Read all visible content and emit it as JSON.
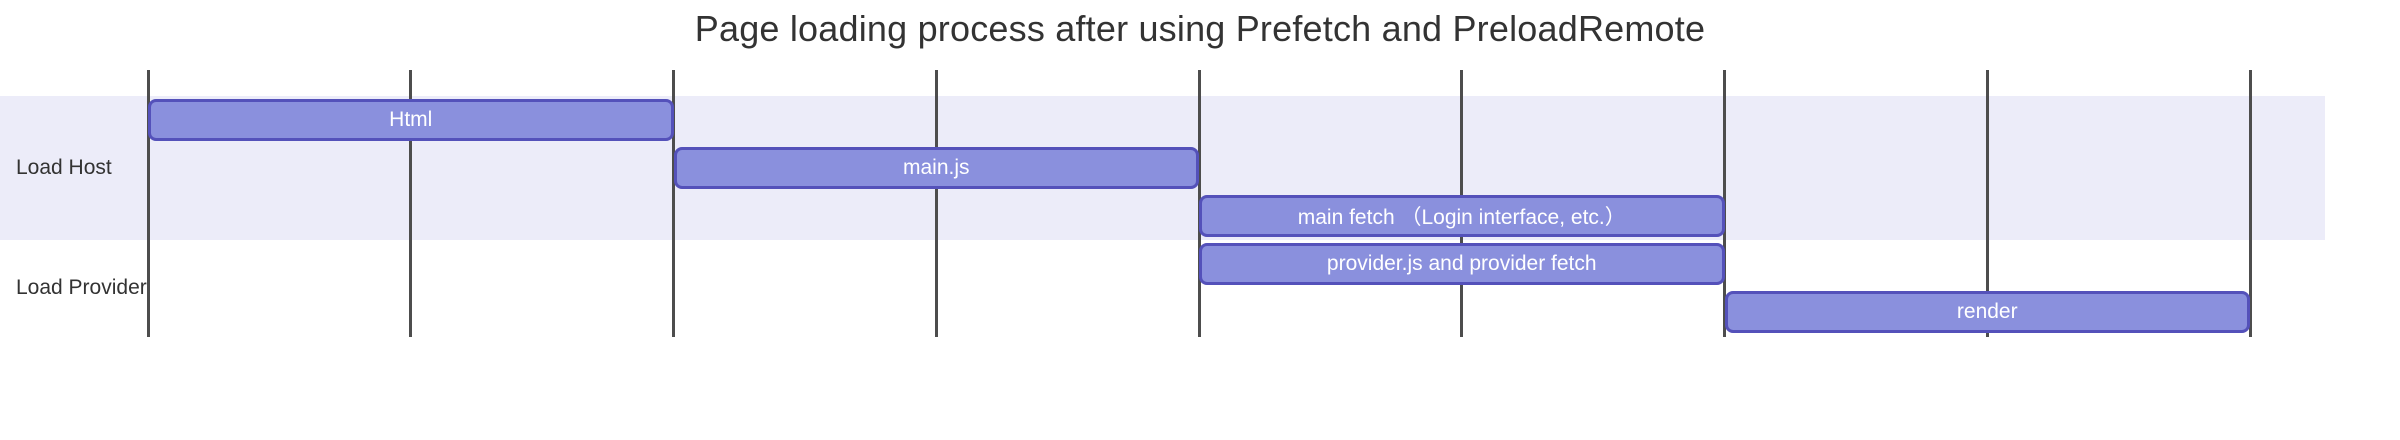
{
  "chart_data": {
    "type": "gantt",
    "title": "Page loading process after using Prefetch and PreloadRemote",
    "axis": {
      "min": 0,
      "max": 8,
      "tick_interval": 1,
      "tick_labels_visible": false
    },
    "grid": true,
    "legend": null,
    "sections": [
      {
        "name": "Load Host",
        "band_color": "#ECECF9",
        "tasks": [
          {
            "label": "Html",
            "start": 0,
            "end": 2
          },
          {
            "label": "main.js",
            "start": 2,
            "end": 4
          },
          {
            "label": "main fetch （Login interface, etc.）",
            "start": 4,
            "end": 6
          }
        ]
      },
      {
        "name": "Load Provider",
        "band_color": "#FFFFFF",
        "tasks": [
          {
            "label": "provider.js and provider fetch",
            "start": 4,
            "end": 6
          },
          {
            "label": "render",
            "start": 6,
            "end": 8
          }
        ]
      }
    ],
    "colors": {
      "task_fill": "#8A90DD",
      "task_border": "#5451BA",
      "task_text": "#FFFFFF",
      "section_band": "#ECECF9",
      "grid_line": "#4D4D4D",
      "title_text": "#333333",
      "label_text": "#333333",
      "background": "#FFFFFF"
    }
  }
}
